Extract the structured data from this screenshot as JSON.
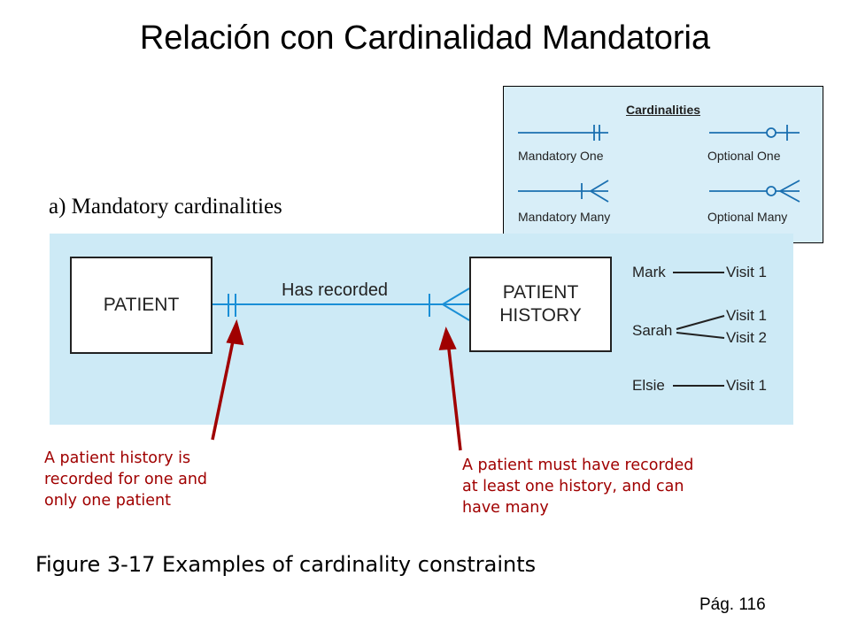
{
  "title": "Relación con Cardinalidad Mandatoria",
  "subtitle": "a) Mandatory cardinalities",
  "legend": {
    "title": "Cardinalities",
    "items": {
      "mandatory_one": "Mandatory One",
      "optional_one": "Optional One",
      "mandatory_many": "Mandatory Many",
      "optional_many": "Optional Many"
    }
  },
  "diagram": {
    "entity_left": "PATIENT",
    "entity_right_line1": "PATIENT",
    "entity_right_line2": "HISTORY",
    "relationship": "Has recorded",
    "examples": {
      "mark": "Mark",
      "sarah": "Sarah",
      "elsie": "Elsie",
      "mark_visit1": "Visit 1",
      "sarah_visit1": "Visit 1",
      "sarah_visit2": "Visit 2",
      "elsie_visit1": "Visit 1"
    }
  },
  "annotations": {
    "left": "A patient history is\nrecorded for one and\nonly one patient",
    "right": "A patient must have recorded\nat least one history, and can\nhave many"
  },
  "caption": "Figure 3-17 Examples of cardinality constraints",
  "page": "Pág. 116",
  "colors": {
    "panel": "#cdeaf6",
    "connector": "#1a8fd6",
    "annotation": "#a00000"
  }
}
